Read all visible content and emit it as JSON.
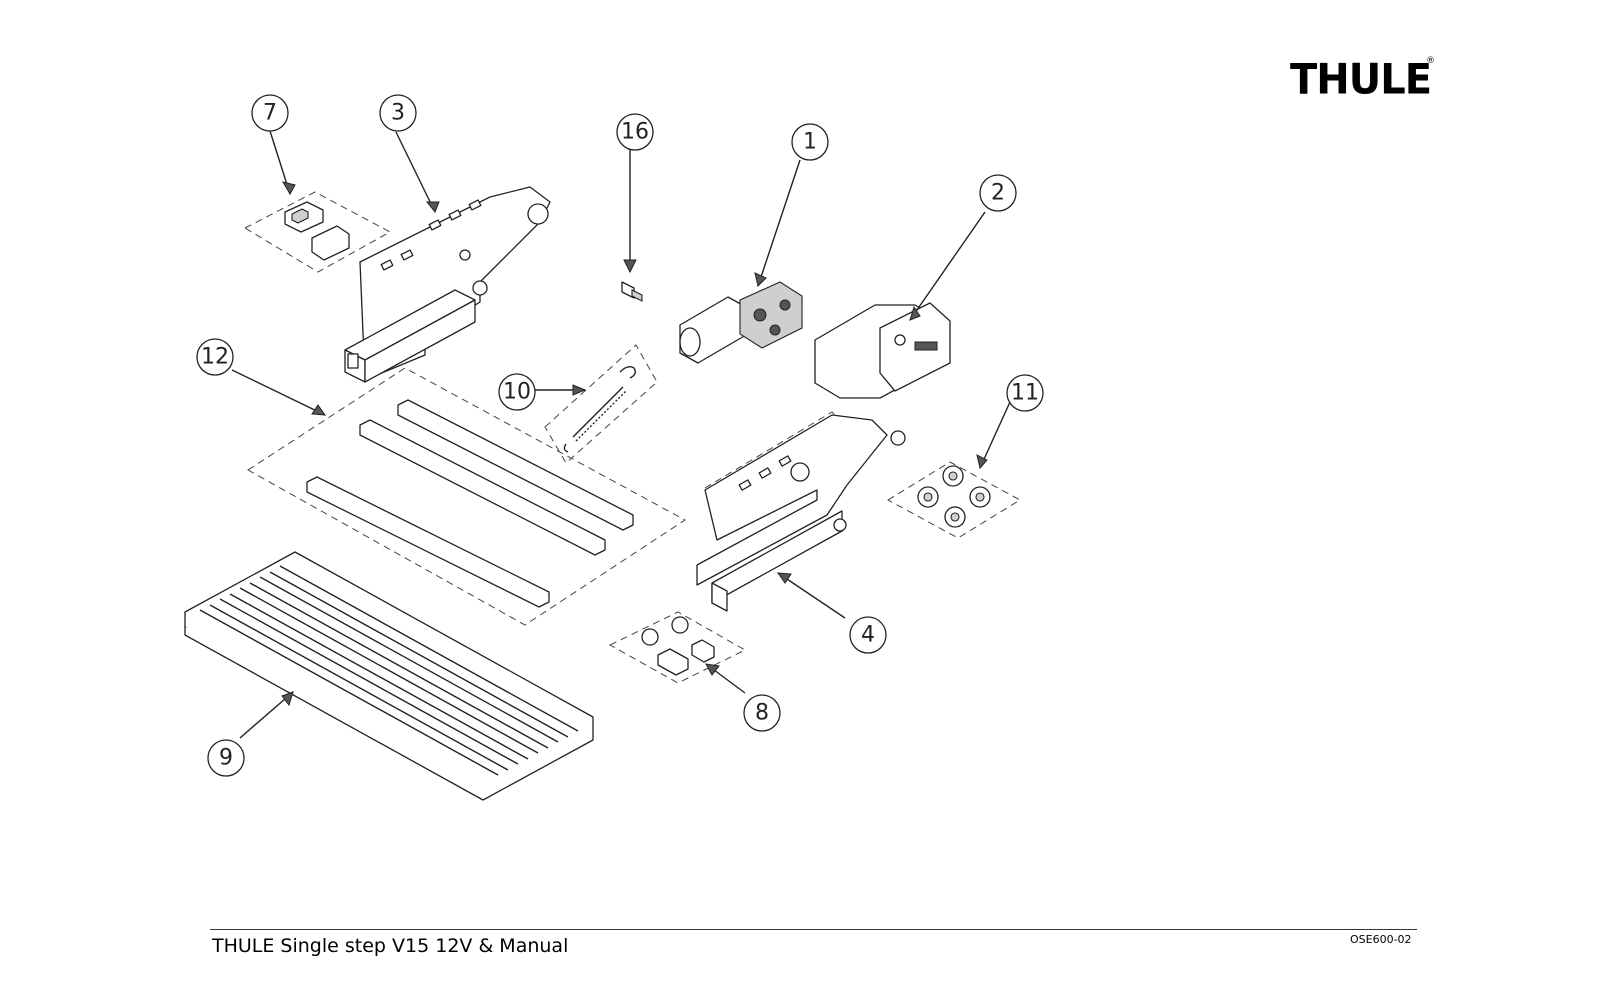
{
  "brand": {
    "logo_text": "THULE",
    "registered_mark": "®"
  },
  "callouts": [
    "1",
    "2",
    "3",
    "4",
    "7",
    "8",
    "9",
    "10",
    "11",
    "12",
    "16"
  ],
  "footer": {
    "title": "THULE Single step V15 12V & Manual",
    "code": "OSE600-02"
  }
}
